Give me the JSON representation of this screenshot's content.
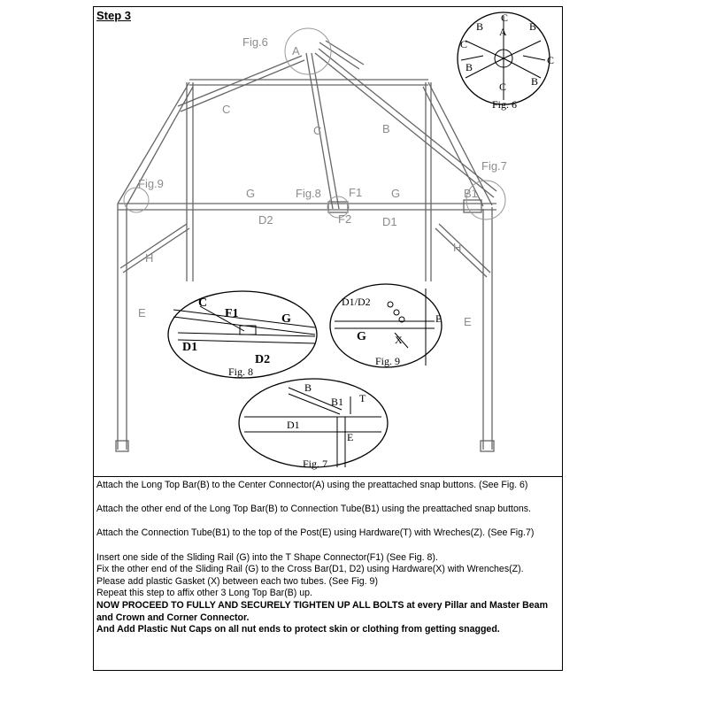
{
  "step_title": "Step 3",
  "figure": {
    "main_labels": {
      "fig6": "Fig.6",
      "a": "A",
      "c_left": "C",
      "c_mid": "C",
      "b_right": "B",
      "fig7": "Fig.7",
      "fig9": "Fig.9",
      "g_left": "G",
      "fig8": "Fig.8",
      "f1": "F1",
      "g_right": "G",
      "b1": "B1",
      "d2": "D2",
      "f2": "F2",
      "d1": "D1",
      "h_left": "H",
      "h_right": "H",
      "e_left": "E",
      "e_right": "E"
    },
    "fig6_detail": {
      "caption": "Fig. 6",
      "c_top": "C",
      "b_top_left": "B",
      "a": "A",
      "b_top_right": "B",
      "c_left": "C",
      "c_right": "C",
      "b_left": "B",
      "c_bottom": "C",
      "b_bottom": "B"
    },
    "fig8_detail": {
      "caption": "Fig. 8",
      "c": "C",
      "f1": "F1",
      "g": "G",
      "d1": "D1",
      "d2": "D2"
    },
    "fig9_detail": {
      "caption": "Fig. 9",
      "d1d2": "D1/D2",
      "e": "E",
      "g": "G",
      "x": "X"
    },
    "fig7_detail": {
      "caption": "Fig. 7",
      "b": "B",
      "b1": "B1",
      "t": "T",
      "d1": "D1",
      "e": "E"
    }
  },
  "instructions": [
    "Attach the Long Top Bar(B) to the Center Connector(A) using the preattached snap buttons. (See Fig. 6)",
    "Attach the other end of the Long Top Bar(B) to Connection Tube(B1) using the preattached snap buttons.",
    "Attach the Connection Tube(B1) to the top of the Post(E) using Hardware(T) with Wreches(Z). (See Fig.7)"
  ],
  "instruction_block": [
    "Insert one side of the Sliding Rail (G) into the T Shape Connector(F1) (See Fig. 8).",
    "Fix the other end of the Sliding Rail (G) to the Cross Bar(D1, D2) using Hardware(X) with Wrenches(Z).",
    "Please add plastic Gasket (X) between each two tubes. (See Fig. 9)",
    "Repeat this step to affix other 3 Long Top Bar(B) up."
  ],
  "warnings": [
    "NOW PROCEED TO FULLY AND SECURELY TIGHTEN UP ALL BOLTS at every Pillar and Master Beam and Crown and Corner Connector.",
    "And Add Plastic Nut Caps on all nut ends to protect skin or clothing from getting snagged."
  ]
}
